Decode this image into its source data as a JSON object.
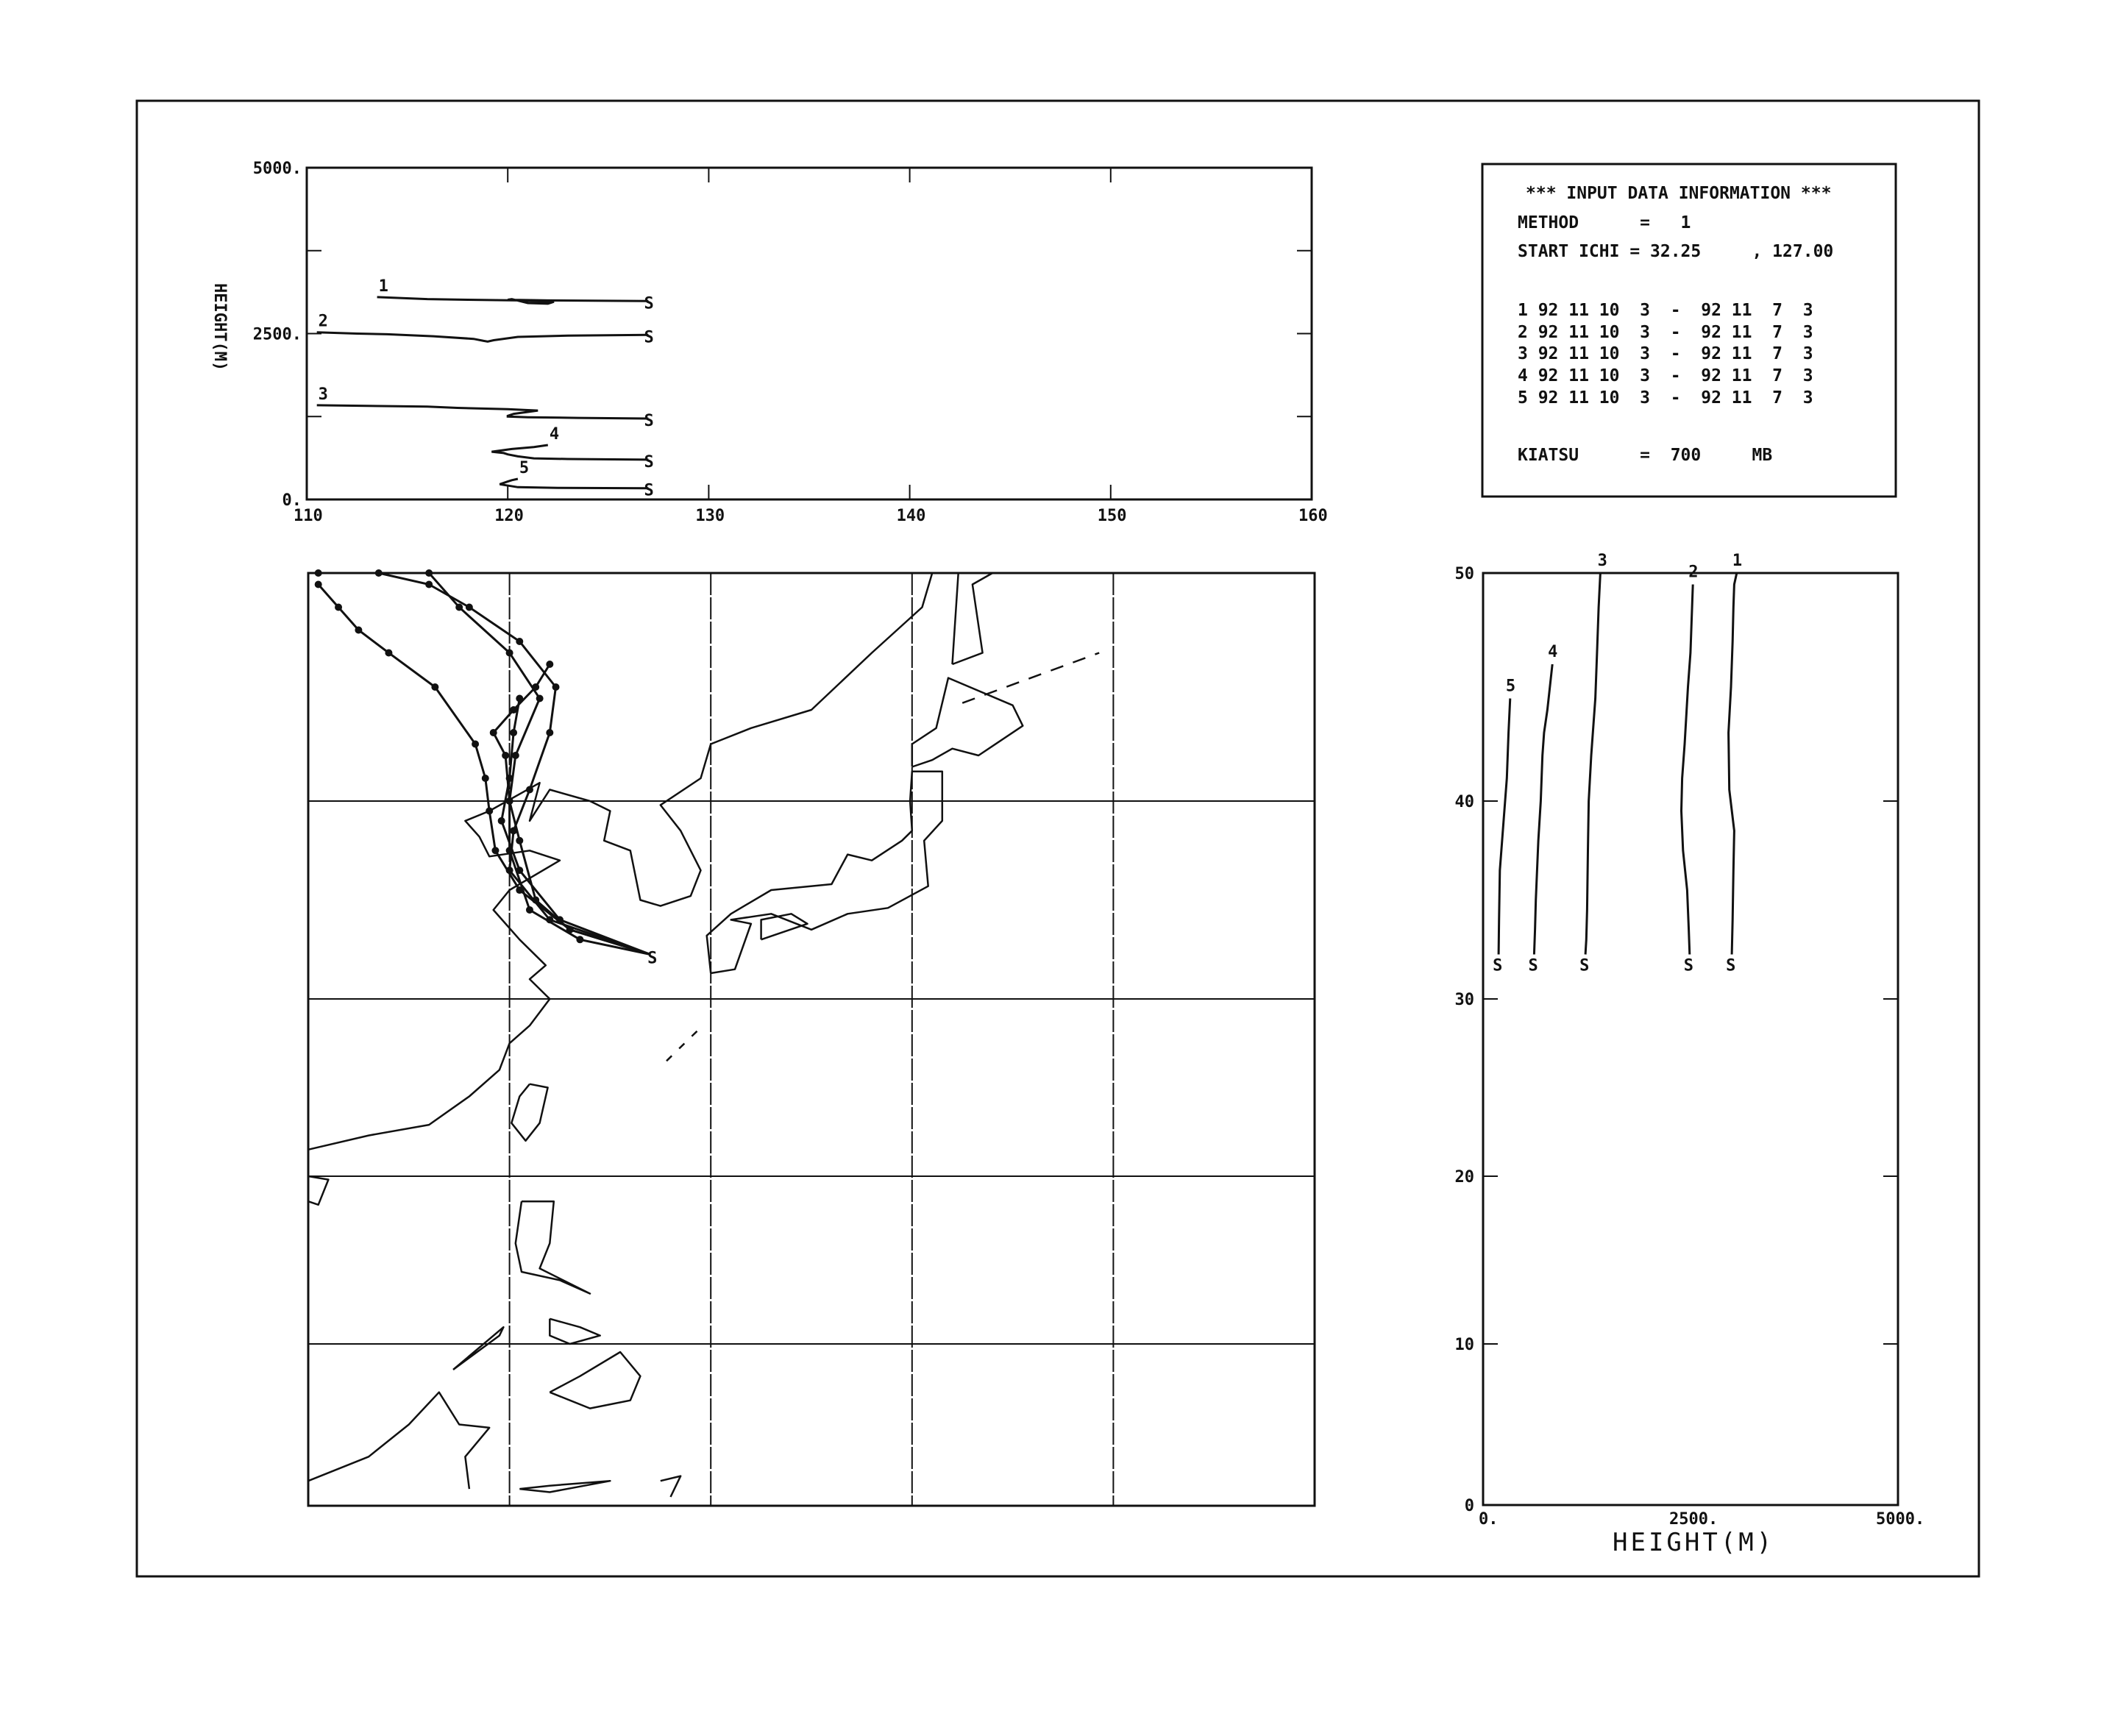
{
  "info_box": {
    "title": "*** INPUT DATA INFORMATION ***",
    "method_line": "METHOD      =   1",
    "start_line": "START ICHI = 32.25     , 127.00",
    "runs": [
      "1 92 11 10  3  -  92 11  7  3",
      "2 92 11 10  3  -  92 11  7  3",
      "3 92 11 10  3  -  92 11  7  3",
      "4 92 11 10  3  -  92 11  7  3",
      "5 92 11 10  3  -  92 11  7  3"
    ],
    "kiatsu_line": "KIATSU      =  700     MB"
  },
  "chart_data": [
    {
      "type": "line",
      "name": "height-vs-longitude",
      "xlabel": "",
      "ylabel": "HEIGHT(M)",
      "xlim": [
        110,
        160
      ],
      "ylim": [
        0,
        5000
      ],
      "x_ticks": [
        "110",
        "120",
        "130",
        "140",
        "150",
        "160"
      ],
      "y_tick_labels": [
        "0.",
        "2500.",
        "5000."
      ]
    },
    {
      "type": "line",
      "name": "trajectory-map",
      "xlim": [
        110,
        160
      ],
      "ylim": [
        0,
        50
      ],
      "grid_lon": [
        120,
        130,
        140,
        150
      ],
      "grid_lat": [
        10,
        20,
        30,
        40
      ],
      "start_marker": "S",
      "start": {
        "lat": 32.25,
        "lon": 127.0
      }
    },
    {
      "type": "line",
      "name": "latitude-vs-height",
      "xlabel": "HEIGHT(M)",
      "ylabel": "",
      "xlim": [
        0,
        5000
      ],
      "ylim": [
        0,
        50
      ],
      "x_tick_labels": [
        "0.",
        "2500.",
        "5000."
      ],
      "y_tick_labels": [
        "0",
        "10",
        "20",
        "30",
        "40",
        "50"
      ]
    }
  ],
  "trajectories": [
    {
      "label": "1",
      "lon": [
        127,
        122,
        120,
        120.2,
        121,
        122,
        122.3,
        120.5,
        118,
        116,
        113.5
      ],
      "lat": [
        32.25,
        34,
        36.5,
        38.5,
        40.5,
        43,
        45,
        47,
        48.5,
        49.5,
        50
      ],
      "height": [
        2990,
        3000,
        3010,
        3020,
        2960,
        2950,
        2980,
        3000,
        3010,
        3020,
        3050
      ]
    },
    {
      "label": "2",
      "lon": [
        127,
        123,
        120.5,
        119.3,
        119,
        118.8,
        118.3,
        116.3,
        114,
        112.5,
        111.5,
        110.5
      ],
      "lat": [
        32.25,
        33.5,
        35.5,
        37.5,
        39.5,
        41,
        42.5,
        45,
        46.5,
        47.5,
        48.5,
        49.5
      ],
      "height": [
        2480,
        2470,
        2450,
        2400,
        2380,
        2390,
        2420,
        2460,
        2490,
        2500,
        2510,
        2520
      ]
    },
    {
      "label": "3",
      "lon": [
        127,
        123.5,
        121,
        120,
        120,
        120.3,
        121.5,
        120,
        117.5,
        116,
        110.5
      ],
      "lat": [
        32.25,
        33,
        34.5,
        37.5,
        40,
        42,
        44.5,
        46.5,
        48.5,
        50,
        50
      ],
      "height": [
        1220,
        1230,
        1240,
        1250,
        1260,
        1290,
        1340,
        1360,
        1380,
        1400,
        1420
      ]
    },
    {
      "label": "4",
      "lon": [
        127,
        123,
        121.3,
        120.5,
        120,
        119.8,
        119.2,
        120.2,
        121.3,
        122
      ],
      "lat": [
        32.25,
        33.5,
        35,
        38,
        40,
        42,
        43,
        44,
        45,
        46
      ],
      "height": [
        600,
        610,
        620,
        650,
        680,
        700,
        720,
        760,
        790,
        820
      ]
    },
    {
      "label": "5",
      "lon": [
        127,
        122.5,
        120.5,
        119.6,
        120,
        120.2,
        120.5
      ],
      "lat": [
        32.25,
        34,
        36.5,
        39,
        41,
        43,
        44.5
      ],
      "height": [
        170,
        175,
        185,
        230,
        270,
        290,
        310
      ]
    }
  ],
  "colors": {
    "ink": "#111111",
    "paper": "#ffffff"
  }
}
